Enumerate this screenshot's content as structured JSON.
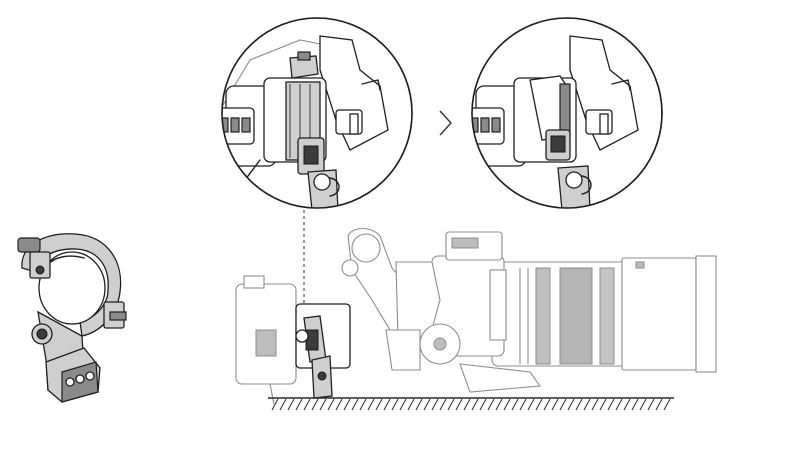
{
  "figure": {
    "panels": [
      "callout-before",
      "callout-after",
      "gimbal-assembly",
      "lens-collar-ring"
    ],
    "step_arrow_icon": "chevron-right-icon",
    "ground_hatch": true
  }
}
